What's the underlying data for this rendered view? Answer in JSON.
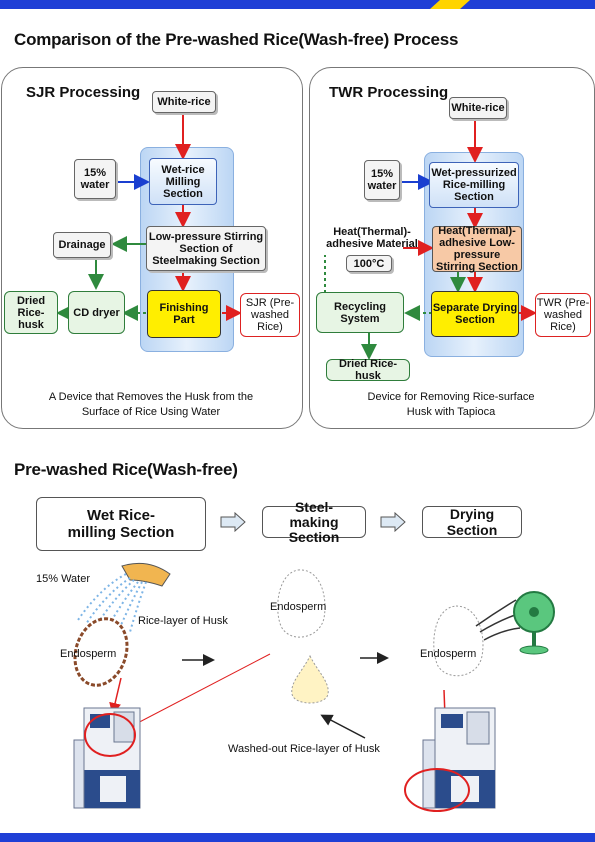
{
  "page_title": "Comparison of the Pre-washed Rice(Wash-free) Process",
  "sjr": {
    "title": "SJR Processing",
    "white_rice": "White-rice",
    "water": "15% water",
    "milling": "Wet-rice Milling Section",
    "stirring": "Low-pressure Stirring Section of Steelmaking Section",
    "drainage": "Drainage",
    "cd_dryer": "CD dryer",
    "dried_husk": "Dried Rice-husk",
    "finishing": "Finishing Part",
    "output": "SJR (Pre-washed Rice)",
    "caption_line1": "A Device that Removes the Husk from the",
    "caption_line2": "Surface of Rice Using Water"
  },
  "twr": {
    "title": "TWR Processing",
    "white_rice": "White-rice",
    "water": "15% water",
    "milling": "Wet-pressurized Rice-milling Section",
    "heat_material": "Heat(Thermal)-adhesive Material",
    "temp": "100°C",
    "stirring": "Heat(Thermal)-adhesive Low-pressure Stirring Section",
    "recycling": "Recycling System",
    "separate": "Separate Drying Section",
    "output": "TWR (Pre-washed Rice)",
    "dried_husk": "Dried Rice-husk",
    "caption_line1": "Device for Removing Rice-surface",
    "caption_line2": "Husk with Tapioca"
  },
  "section2_title": "Pre-washed Rice(Wash-free)",
  "steps": [
    "Wet Rice-milling Section",
    "Steel-making Section",
    "Drying Section"
  ],
  "labels": {
    "water": "15% Water",
    "husk_layer": "Rice-layer of Husk",
    "endosperm": "Endosperm",
    "washed_out": "Washed-out Rice-layer of Husk"
  },
  "colors": {
    "accent_blue": "#1f3fd6",
    "accent_yellow": "#ffd400",
    "arrow_red": "#e02020",
    "arrow_blue": "#1a3fd0",
    "arrow_green": "#2f8a3e"
  }
}
